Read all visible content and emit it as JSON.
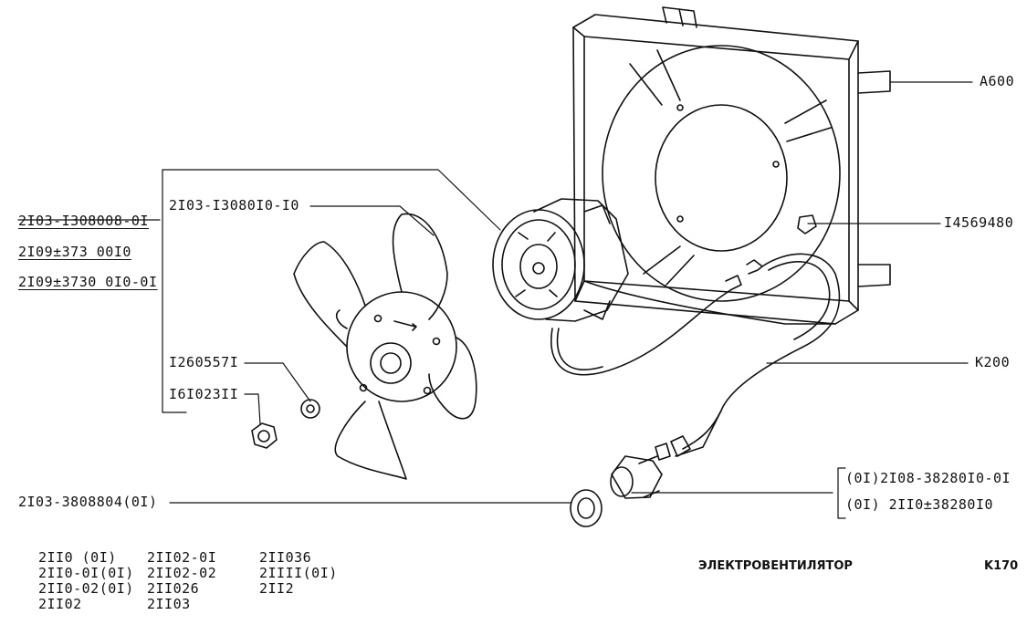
{
  "callouts": {
    "shroud": "A600",
    "clip": "I4569480",
    "harness": "K200",
    "motor": "2I03-I3080I0-I0",
    "fan_alt_1": "2I03-I308008-0I",
    "fan_alt_2": "2I09±373 00I0",
    "fan_alt_3": "2I09±3730 0I0-0I",
    "washer": "I260557I",
    "nut": "I6I023II",
    "switch_gasket": "2I03-3808804(0I)",
    "switch_1": "(0I)2I08-38280I0-0I",
    "switch_2": "(0I)     2II0±38280I0"
  },
  "models": {
    "col1": [
      "2II0   (0I)",
      "2II0-0I(0I)",
      "2II0-02(0I)",
      "2II02"
    ],
    "col2": [
      "2II02-0I",
      "2II02-02",
      "2II026",
      "2II03"
    ],
    "col3": [
      "2II036",
      "2IIII(0I)",
      "2II2"
    ]
  },
  "footer": {
    "title": "ЭЛЕКТРОВЕНТИЛЯТОР",
    "code": "K170"
  }
}
